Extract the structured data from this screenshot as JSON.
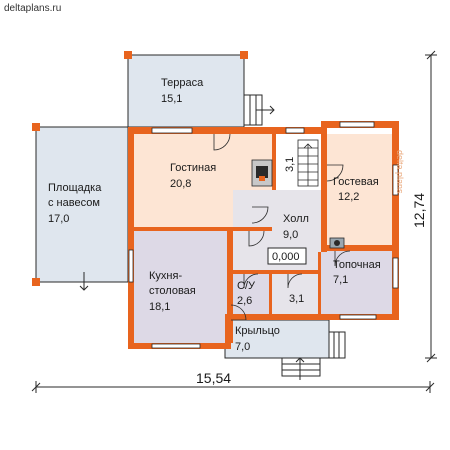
{
  "site": "deltaplans.ru",
  "watermark": "delta plans",
  "colors": {
    "wall": "#e8641e",
    "terrace": "#dfe6ee",
    "living": "#fde5d4",
    "kitchen": "#ddd9e6",
    "hall": "#e6e4ea",
    "lines": "#2a2a2a"
  },
  "rooms": {
    "terrace": {
      "name": "Терраса",
      "area": "15,1"
    },
    "canopy": {
      "line1": "Площадка",
      "line2": "с навесом",
      "area": "17,0"
    },
    "living": {
      "name": "Гостиная",
      "area": "20,8"
    },
    "stairs_area": "3,1",
    "guest": {
      "name": "Гостевая",
      "area": "12,2"
    },
    "hall": {
      "name": "Холл",
      "area": "9,0"
    },
    "level": "0,000",
    "kitchen": {
      "line1": "Кухня-",
      "line2": "столовая",
      "area": "18,1"
    },
    "boiler": {
      "name": "Топочная",
      "area": "7,1"
    },
    "wc": {
      "name": "С/У",
      "area": "2,6"
    },
    "closet_area": "3,1",
    "porch": {
      "name": "Крыльцо",
      "area": "7,0"
    }
  },
  "dimensions": {
    "width": "15,54",
    "depth": "12,74"
  }
}
